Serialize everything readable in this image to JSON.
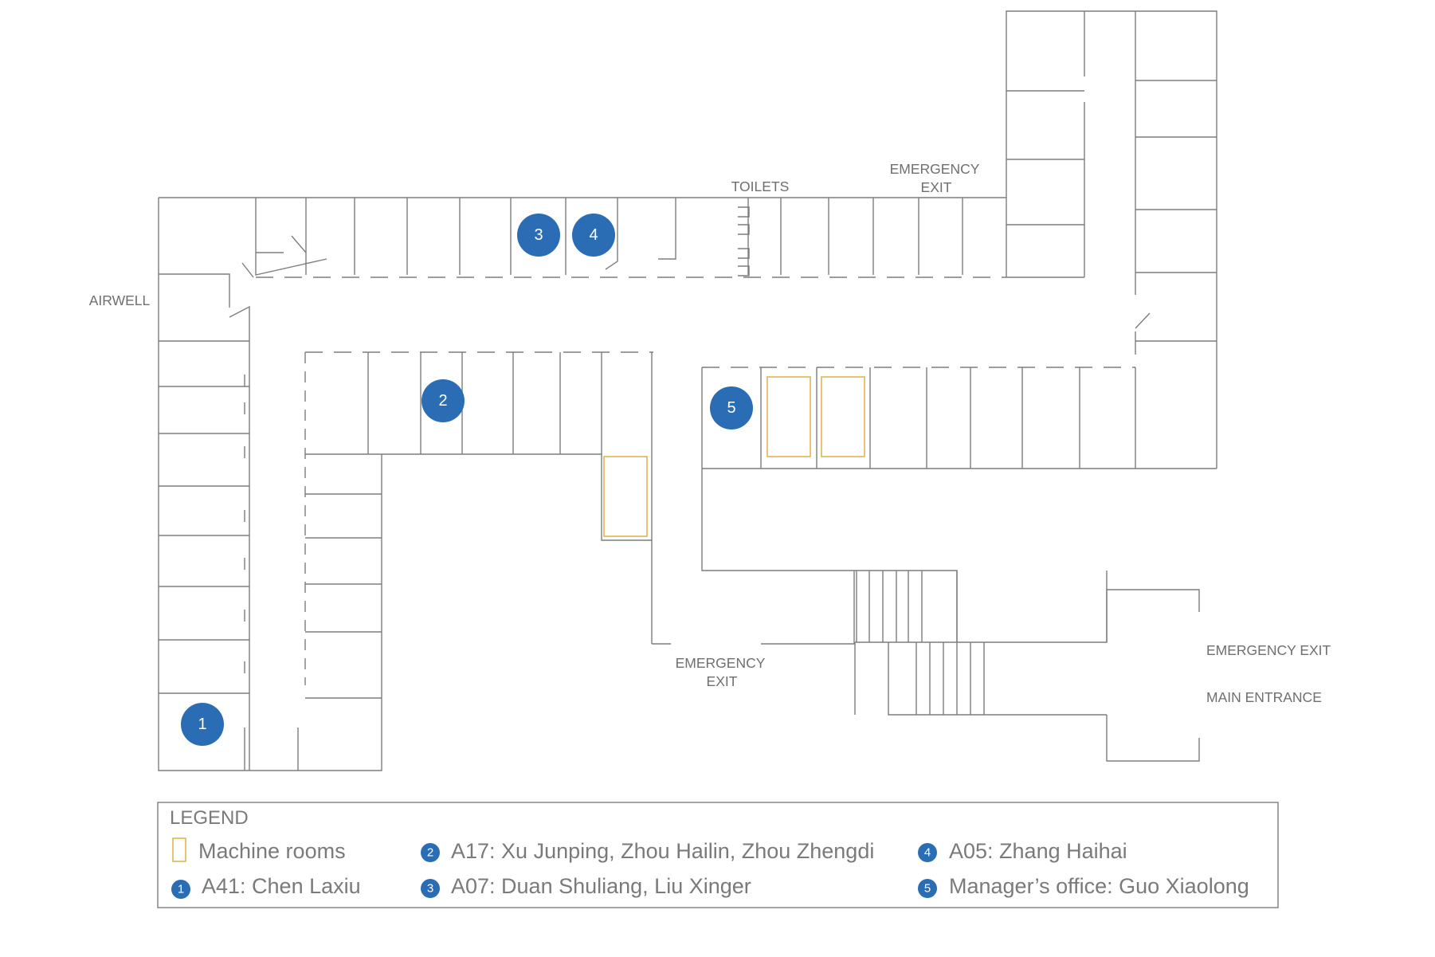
{
  "labels": {
    "airwell": "AIRWELL",
    "toilets": "TOILETS",
    "emergency_exit_top": [
      "EMERGENCY",
      "EXIT"
    ],
    "emergency_exit_bottom": [
      "EMERGENCY",
      "EXIT"
    ],
    "emergency_exit_right": "EMERGENCY EXIT",
    "main_entrance": "MAIN ENTRANCE"
  },
  "markers": [
    "1",
    "2",
    "3",
    "4",
    "5"
  ],
  "legend": {
    "title": "LEGEND",
    "machine_rooms": "Machine rooms",
    "items": [
      {
        "num": "1",
        "text": "A41: Chen Laxiu"
      },
      {
        "num": "2",
        "text": "A17: Xu Junping, Zhou Hailin, Zhou Zhengdi"
      },
      {
        "num": "3",
        "text": "A07: Duan Shuliang, Liu Xinger"
      },
      {
        "num": "4",
        "text": "A05: Zhang Haihai"
      },
      {
        "num": "5",
        "text": "Manager’s office: Guo Xiaolong"
      }
    ]
  },
  "colors": {
    "marker": "#2a6db5",
    "machine_room": "#e0a93a",
    "wall": "#7d7d7d",
    "text": "#6f6f6f"
  }
}
